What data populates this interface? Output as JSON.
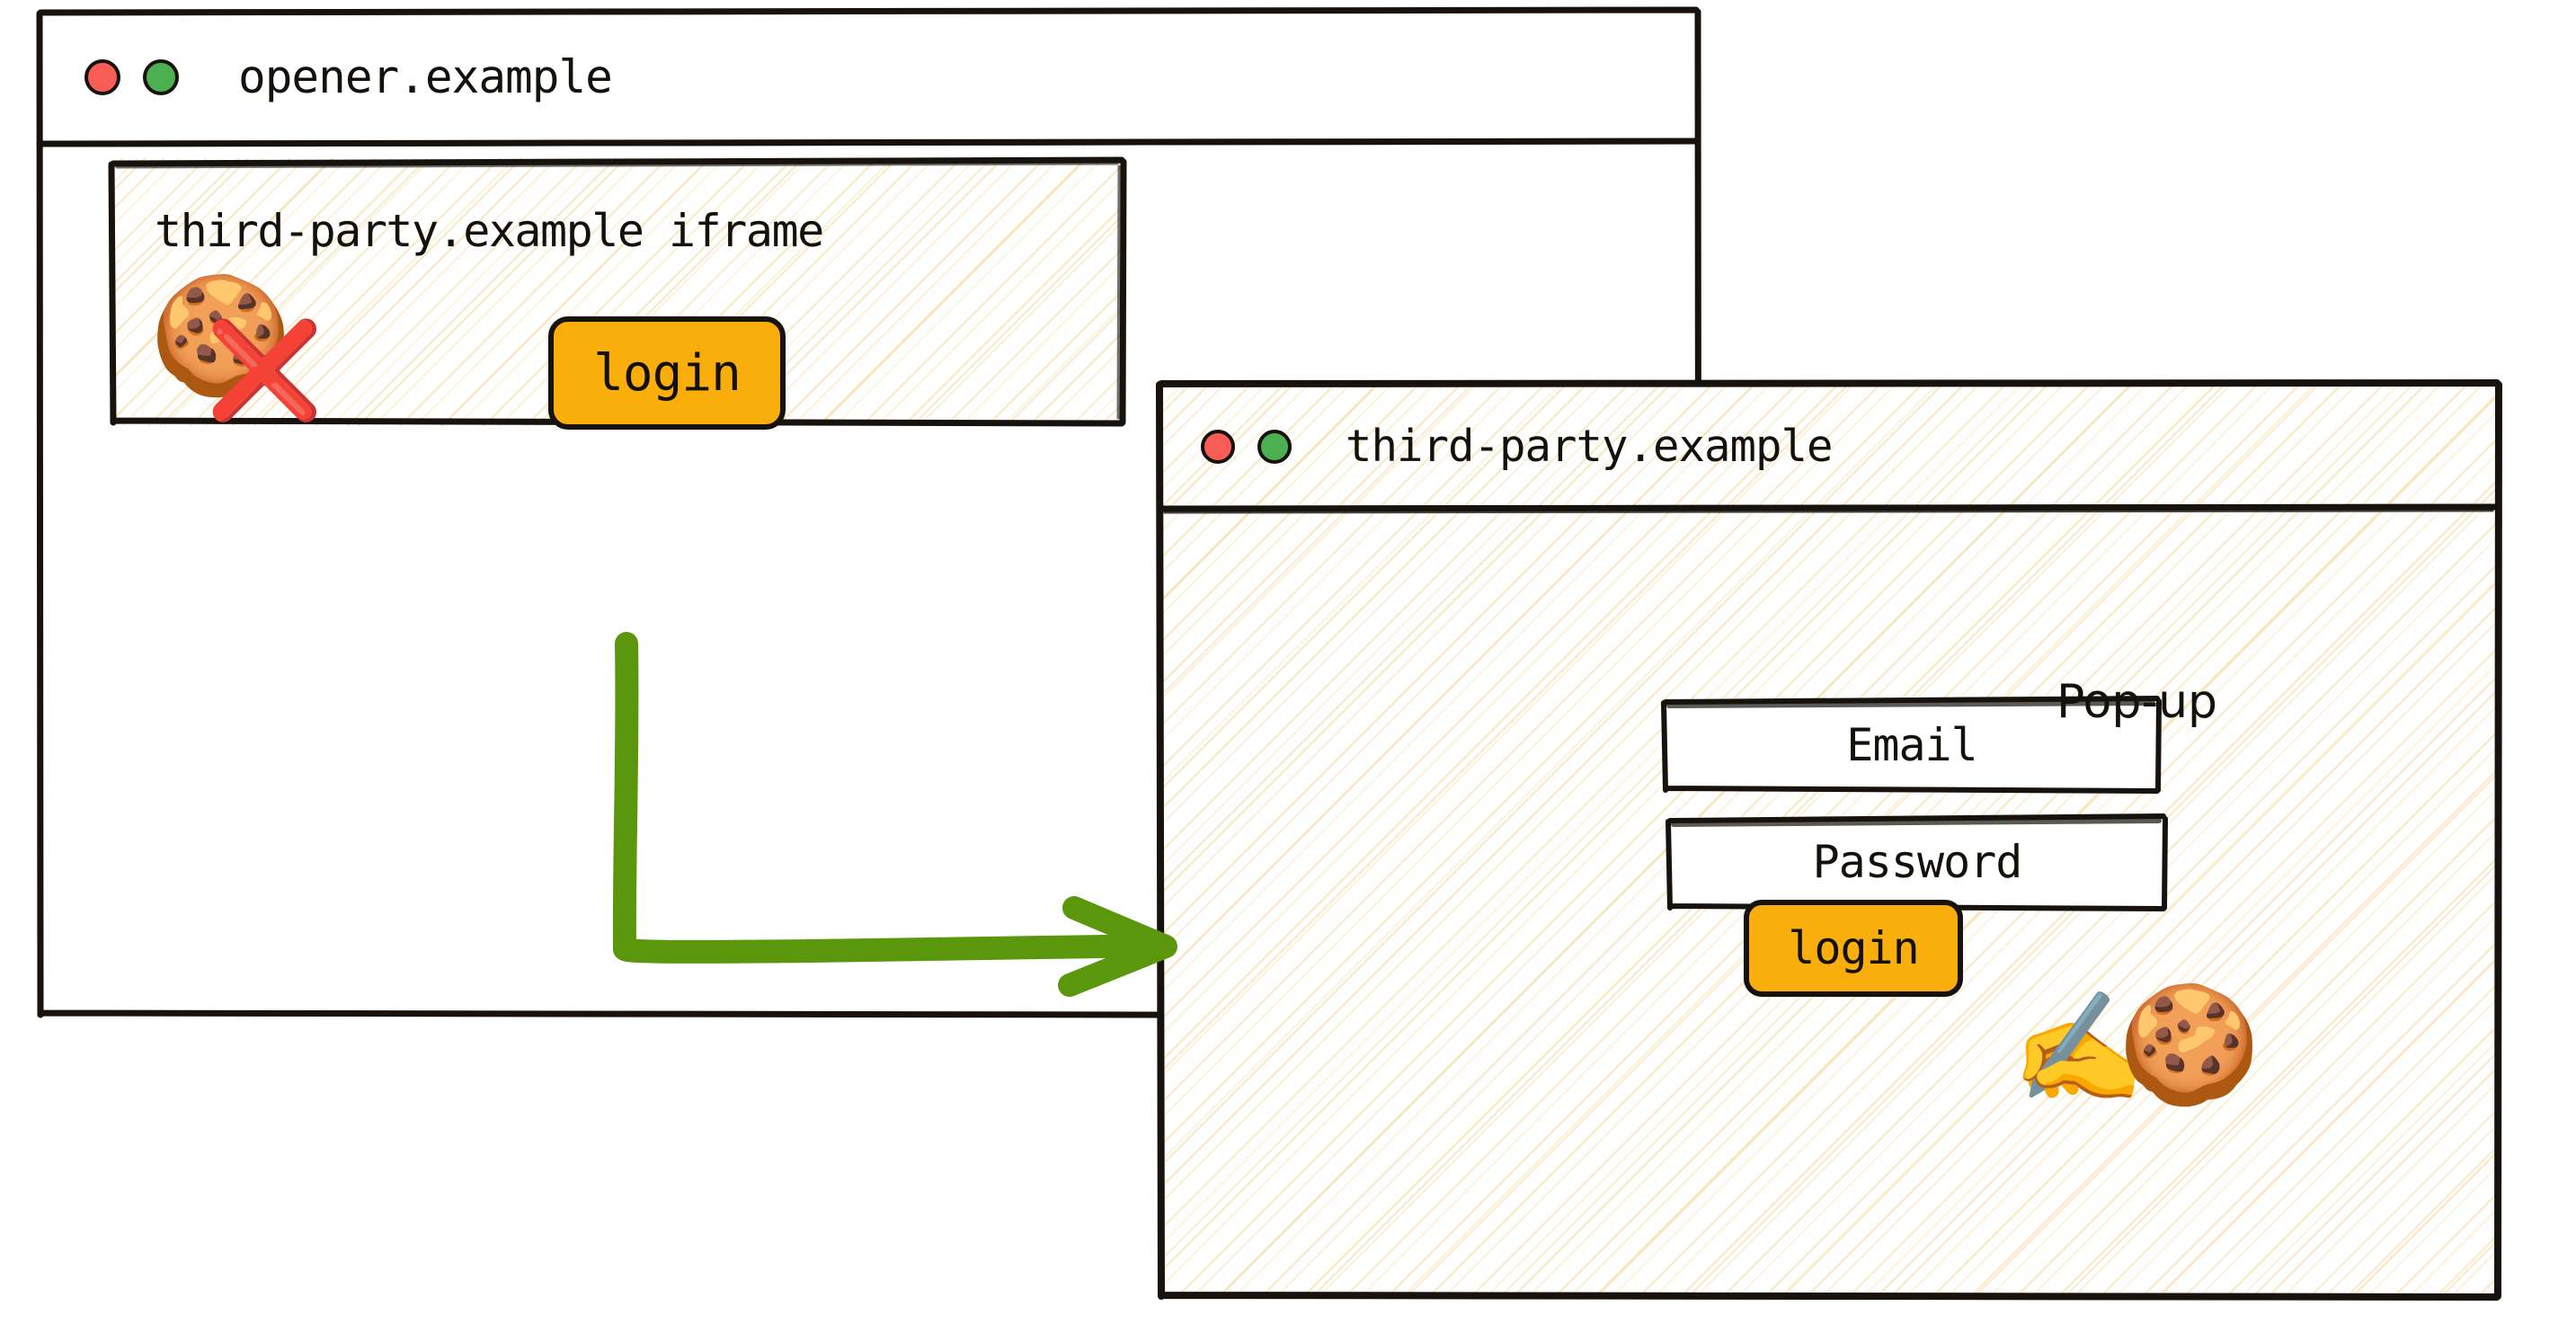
{
  "diagram": {
    "title": "Third-party pop-up login flow with blocked cookies",
    "colors": {
      "accent_amber": "#f9ae0b",
      "arrow_green": "#5a970d",
      "traffic_red": "#f95c55",
      "traffic_green": "#4cb050",
      "stripe_tan": "#f7d68c",
      "ink": "#17120d"
    }
  },
  "opener_window": {
    "title": "opener.example",
    "traffic_lights": [
      "close-dot-red",
      "maximize-dot-green"
    ],
    "iframe": {
      "label": "third-party.example iframe",
      "cookie_status_icon": "cookie-blocked-icon",
      "cookie_icon": "🍪",
      "cross_icon": "❌",
      "login_button": "login"
    }
  },
  "popup_window": {
    "title": "third-party.example",
    "traffic_lights": [
      "close-dot-red",
      "maximize-dot-green"
    ],
    "annotation": "Pop-up",
    "fields": [
      {
        "name": "email",
        "value": "Email"
      },
      {
        "name": "password",
        "value": "Password"
      }
    ],
    "login_button": "login",
    "signing_icons": {
      "hand_icon": "✍️",
      "cookie_icon": "🍪"
    }
  },
  "arrow": {
    "name": "flow-arrow-iframe-login-to-popup",
    "from": "iframe login button",
    "to": "third-party.example pop-up window"
  }
}
